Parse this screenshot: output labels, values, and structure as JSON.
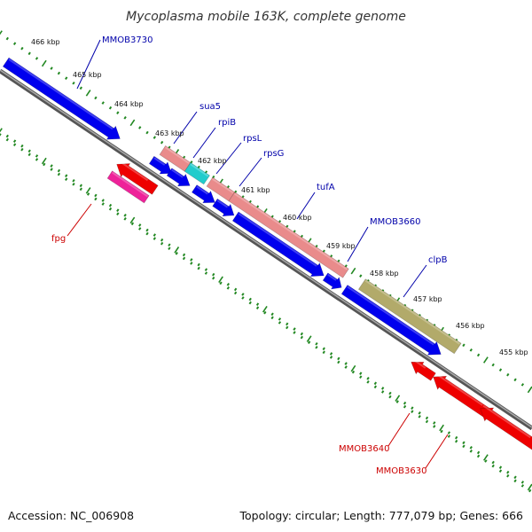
{
  "title": "Mycoplasma mobile 163K, complete genome",
  "footer": {
    "accession": "Accession: NC_006908",
    "summary": "Topology: circular; Length: 777,079 bp; Genes: 666"
  },
  "scale_labels": [
    "466 kbp",
    "465 kbp",
    "464 kbp",
    "463 kbp",
    "462 kbp",
    "461 kbp",
    "460 kbp",
    "459 kbp",
    "458 kbp",
    "457 kbp",
    "456 kbp",
    "455 kbp"
  ],
  "gene_labels": [
    {
      "name": "MMOB3730",
      "color": "#0000aa"
    },
    {
      "name": "sua5",
      "color": "#0000aa"
    },
    {
      "name": "rpiB",
      "color": "#0000aa"
    },
    {
      "name": "rpsL",
      "color": "#0000aa"
    },
    {
      "name": "rpsG",
      "color": "#0000aa"
    },
    {
      "name": "tufA",
      "color": "#0000aa"
    },
    {
      "name": "MMOB3660",
      "color": "#0000aa"
    },
    {
      "name": "clpB",
      "color": "#0000aa"
    },
    {
      "name": "fpg",
      "color": "#cc0000"
    },
    {
      "name": "MMOB3640",
      "color": "#cc0000"
    },
    {
      "name": "MMOB3630",
      "color": "#cc0000"
    }
  ],
  "colors": {
    "forward_cds": "#0000ee",
    "reverse_cds": "#ee0000",
    "rrna_like": "#e98b8b",
    "cyan_feature": "#22cccc",
    "magenta_feature": "#ee2299",
    "olive_feature": "#b2aa6a",
    "backbone": "#777777",
    "ticks": "#228822"
  }
}
